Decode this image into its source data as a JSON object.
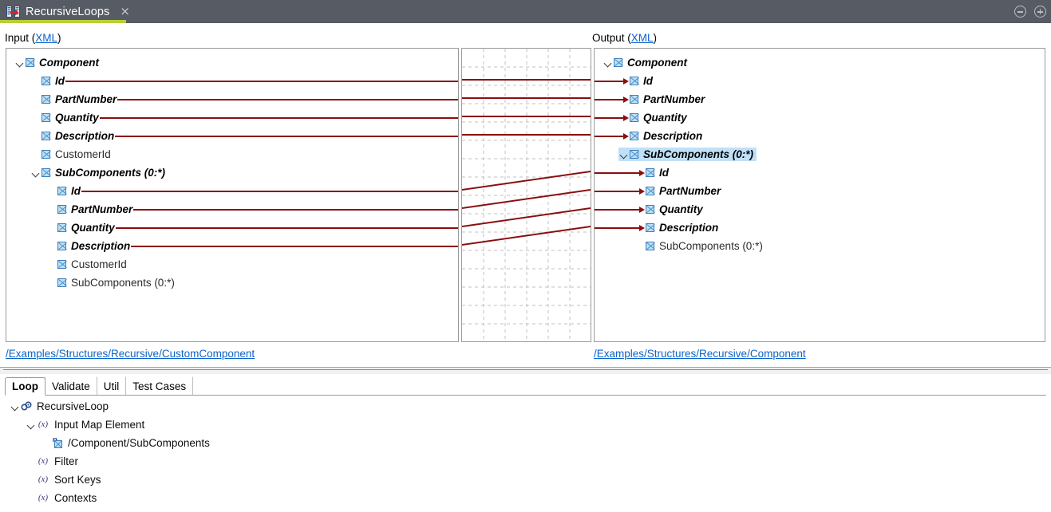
{
  "window": {
    "tab_title": "RecursiveLoops",
    "tab_icon": "mapping-document-icon",
    "close_label": "×",
    "minimize_label": "minimize-icon",
    "maximize_label": "maximize-icon",
    "accent_color": "#b9cf36",
    "titlebar_color": "#565b64"
  },
  "panels": {
    "input": {
      "label_prefix": "Input (",
      "label_link": "XML",
      "label_suffix": ")",
      "path": "/Examples/Structures/Recursive/CustomComponent"
    },
    "output": {
      "label_prefix": "Output (",
      "label_link": "XML",
      "label_suffix": ")",
      "path": "/Examples/Structures/Recursive/Component"
    }
  },
  "input_tree": [
    {
      "label": "Component",
      "depth": 0,
      "mapped": true,
      "expanded": true,
      "connector": false
    },
    {
      "label": "Id",
      "depth": 1,
      "mapped": true,
      "expanded": null,
      "connector": true
    },
    {
      "label": "PartNumber",
      "depth": 1,
      "mapped": true,
      "expanded": null,
      "connector": true
    },
    {
      "label": "Quantity",
      "depth": 1,
      "mapped": true,
      "expanded": null,
      "connector": true
    },
    {
      "label": "Description",
      "depth": 1,
      "mapped": true,
      "expanded": null,
      "connector": true
    },
    {
      "label": "CustomerId",
      "depth": 1,
      "mapped": false,
      "expanded": null,
      "connector": false
    },
    {
      "label": "SubComponents (0:*)",
      "depth": 1,
      "mapped": true,
      "expanded": true,
      "connector": false
    },
    {
      "label": "Id",
      "depth": 2,
      "mapped": true,
      "expanded": null,
      "connector": true
    },
    {
      "label": "PartNumber",
      "depth": 2,
      "mapped": true,
      "expanded": null,
      "connector": true
    },
    {
      "label": "Quantity",
      "depth": 2,
      "mapped": true,
      "expanded": null,
      "connector": true
    },
    {
      "label": "Description",
      "depth": 2,
      "mapped": true,
      "expanded": null,
      "connector": true
    },
    {
      "label": "CustomerId",
      "depth": 2,
      "mapped": false,
      "expanded": null,
      "connector": false
    },
    {
      "label": "SubComponents (0:*)",
      "depth": 2,
      "mapped": false,
      "expanded": null,
      "connector": false
    }
  ],
  "output_tree": [
    {
      "label": "Component",
      "depth": 0,
      "mapped": true,
      "expanded": true,
      "arrow": false,
      "selected": false
    },
    {
      "label": "Id",
      "depth": 1,
      "mapped": true,
      "expanded": null,
      "arrow": true,
      "selected": false
    },
    {
      "label": "PartNumber",
      "depth": 1,
      "mapped": true,
      "expanded": null,
      "arrow": true,
      "selected": false
    },
    {
      "label": "Quantity",
      "depth": 1,
      "mapped": true,
      "expanded": null,
      "arrow": true,
      "selected": false
    },
    {
      "label": "Description",
      "depth": 1,
      "mapped": true,
      "expanded": null,
      "arrow": true,
      "selected": false
    },
    {
      "label": "SubComponents (0:*)",
      "depth": 1,
      "mapped": true,
      "expanded": true,
      "arrow": false,
      "selected": true
    },
    {
      "label": "Id",
      "depth": 2,
      "mapped": true,
      "expanded": null,
      "arrow": true,
      "selected": false
    },
    {
      "label": "PartNumber",
      "depth": 2,
      "mapped": true,
      "expanded": null,
      "arrow": true,
      "selected": false
    },
    {
      "label": "Quantity",
      "depth": 2,
      "mapped": true,
      "expanded": null,
      "arrow": true,
      "selected": false
    },
    {
      "label": "Description",
      "depth": 2,
      "mapped": true,
      "expanded": null,
      "arrow": true,
      "selected": false
    },
    {
      "label": "SubComponents (0:*)",
      "depth": 2,
      "mapped": false,
      "expanded": null,
      "arrow": false,
      "selected": false
    }
  ],
  "link_color": "#8a0f10",
  "selection_color": "#bfe0f7",
  "bottom_tabs": [
    {
      "label": "Loop",
      "active": true
    },
    {
      "label": "Validate",
      "active": false
    },
    {
      "label": "Util",
      "active": false
    },
    {
      "label": "Test Cases",
      "active": false
    }
  ],
  "bottom_tree": [
    {
      "label": "RecursiveLoop",
      "depth": 0,
      "icon": "loop-gear-icon",
      "expanded": true
    },
    {
      "label": "Input Map Element",
      "depth": 1,
      "icon": "fx-icon",
      "expanded": true
    },
    {
      "label": "/Component/SubComponents",
      "depth": 2,
      "icon": "node-ref-icon",
      "expanded": null
    },
    {
      "label": "Filter",
      "depth": 1,
      "icon": "fx-icon",
      "expanded": null
    },
    {
      "label": "Sort Keys",
      "depth": 1,
      "icon": "fx-icon",
      "expanded": null
    },
    {
      "label": "Contexts",
      "depth": 1,
      "icon": "fx-icon",
      "expanded": null
    }
  ],
  "mapping_links": [
    {
      "from_row": 1,
      "to_row": 1,
      "type": "straight"
    },
    {
      "from_row": 2,
      "to_row": 2,
      "type": "straight"
    },
    {
      "from_row": 3,
      "to_row": 3,
      "type": "straight"
    },
    {
      "from_row": 4,
      "to_row": 4,
      "type": "straight"
    },
    {
      "from_row": 7,
      "to_row": 6,
      "type": "diagonal"
    },
    {
      "from_row": 8,
      "to_row": 7,
      "type": "diagonal"
    },
    {
      "from_row": 9,
      "to_row": 8,
      "type": "diagonal"
    },
    {
      "from_row": 10,
      "to_row": 9,
      "type": "diagonal"
    }
  ]
}
